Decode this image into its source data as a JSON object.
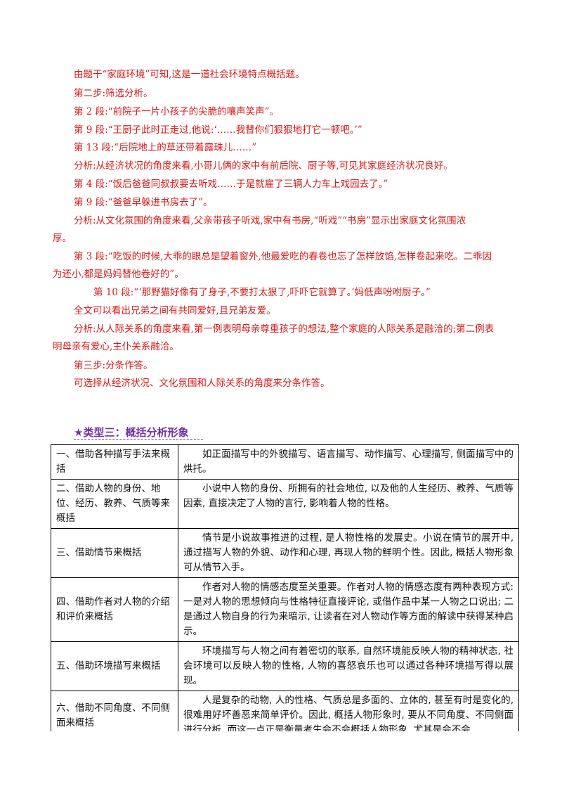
{
  "analysis_lines": [
    "由题干“家庭环境”可知,这是一道社会环境特点概括题。",
    "第二步:筛选分析。",
    "第 2 段:“前院子一片小孩子的尖脆的嚷声笑声”。",
    "第 9 段:“王厨子此时正走过,他说:‘……我替你们狠狠地打它一顿吧。’”",
    "第 13 段:“后院地上的草还带着露珠儿……”",
    "分析:从经济状况的角度来看,小哥儿俩的家中有前后院、厨子等,可见其家庭经济状况良好。",
    "第 4 段:“饭后爸爸同叔叔要去听戏……于是就雇了三辆人力车上戏园去了。”",
    "第 9 段:“爸爸早躲进书房去了”。",
    "分析:从文化氛围的角度来看,父亲带孩子听戏,家中有书房,“听戏”“书房”显示出家庭文化氛围浓",
    "厚。",
    "第 3 段:“吃饭的时候,大乖的眼总是望着窗外,他最爱吃的春卷也忘了怎样放馅,怎样卷起来吃。二乖因",
    "为还小,都是妈妈替他卷好的”。",
    "第 10 段:“‘那野猫好像有了身子,不要打太狠了,吓吓它就算了。’妈低声吩咐厨子。”",
    "全文可以看出兄弟之间有共同爱好,且兄弟友爱。",
    "分析:从人际关系的角度来看,第一例表明母亲尊重孩子的想法,整个家庭的人际关系是融洽的;第二例表",
    "明母亲有爱心,主仆关系融洽。",
    "第三步:分条作答。",
    "可选择从经济状况、文化氛围和人际关系的角度来分条作答。"
  ],
  "section_heading": "★类型三：概括分析形象",
  "method_table": [
    {
      "label": "一、借助各种描写手法来概括",
      "desc": "如正面描写中的外貌描写、语言描写、动作描写、心理描写, 侧面描写中的烘托。"
    },
    {
      "label": "二、借助人物的身份、地位、经历、教养、气质等来概括",
      "desc": "小说中人物的身份、所拥有的社会地位, 以及他的人生经历、教养、气质等因素, 直接决定了人物的言行, 影响着人物的性格。"
    },
    {
      "label": "三、借助情节来概括",
      "desc": "情节是小说故事推进的过程, 是人物性格的发展史。小说在情节的展开中, 通过描写人物的外貌、动作和心理, 再现人物的鲜明个性。因此, 概括人物形象可从情节入手。"
    },
    {
      "label": "四、借助作者对人物的介绍和评价来概括",
      "desc": "作者对人物的情感态度至关重要。作者对人物的情感态度有两种表现方式: 一是对人物的思想倾向与性格特征直接评论, 或借作品中某一人物之口说出; 二是通过人物自身的行为来暗示, 让读者在对人物动作等方面的解读中获得某种启示。"
    },
    {
      "label": "五、借助环境描写来概括",
      "desc": "环境描写与人物之间有着密切的联系, 自然环境能反映人物的精神状态, 社会环境可以反映人物的性格, 人物的喜怒哀乐也可以通过各种环境描写得以展现。"
    },
    {
      "label": "六、借助不同角度、不同侧面来概括",
      "desc": "人是复杂的动物, 人的性格、气质总是多面的、立体的, 甚至有时是变化的, 很难用好坏善恶来简单评价。因此, 概括人物形象时, 要从不同角度、不同侧面进行分析, 而这一点正是衡量考生会不会概括人物形象, 尤其是会不会"
    }
  ],
  "colors": {
    "analysis_text": "#d71a1a",
    "heading": "#7030a0",
    "table_text": "#111111"
  }
}
